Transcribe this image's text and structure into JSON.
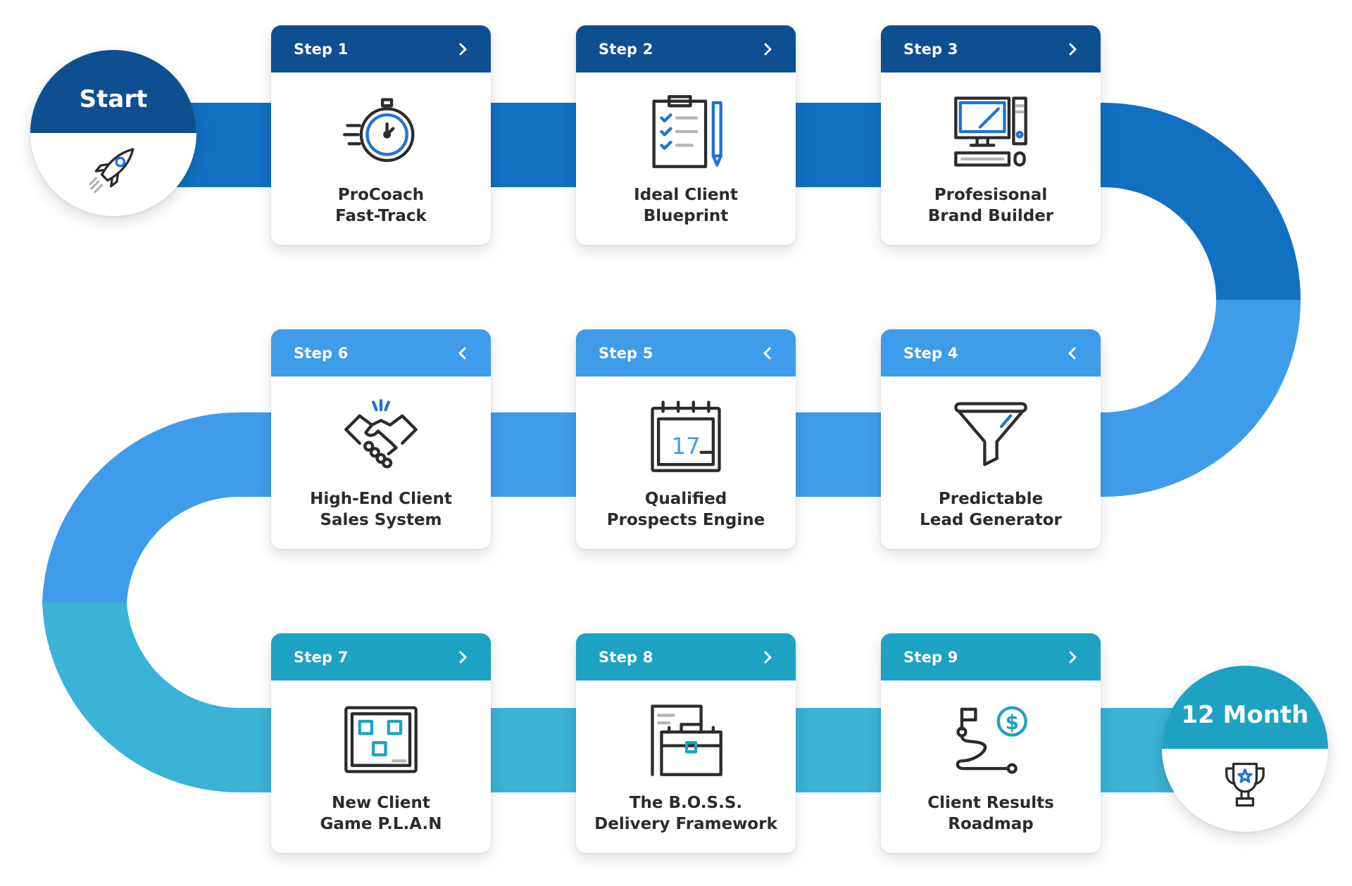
{
  "colors": {
    "row1": "#0E4F92",
    "track1": "#1170C2",
    "row2": "#3F9CEB",
    "track2": "#3F9CEB",
    "row3": "#1DA2C4",
    "track3": "#3AB3D6",
    "ink": "#2B2B2B",
    "accent": "#1E73D2"
  },
  "start": {
    "label": "Start",
    "icon": "rocket-icon"
  },
  "finish": {
    "label": "12 Month",
    "icon": "trophy-icon"
  },
  "steps": [
    {
      "step": "Step 1",
      "title_line1": "ProCoach",
      "title_line2": "Fast-Track",
      "icon": "stopwatch-icon",
      "direction": "right"
    },
    {
      "step": "Step 2",
      "title_line1": "Ideal Client",
      "title_line2": "Blueprint",
      "icon": "clipboard-checklist-icon",
      "direction": "right"
    },
    {
      "step": "Step 3",
      "title_line1": "Profesisonal",
      "title_line2": "Brand Builder",
      "icon": "desktop-computer-icon",
      "direction": "right"
    },
    {
      "step": "Step 4",
      "title_line1": "Predictable",
      "title_line2": "Lead Generator",
      "icon": "funnel-icon",
      "direction": "left"
    },
    {
      "step": "Step 5",
      "title_line1": "Qualified",
      "title_line2": "Prospects Engine",
      "icon": "calendar-icon",
      "direction": "left"
    },
    {
      "step": "Step 6",
      "title_line1": "High-End Client",
      "title_line2": "Sales System",
      "icon": "handshake-icon",
      "direction": "left"
    },
    {
      "step": "Step 7",
      "title_line1": "New Client",
      "title_line2": "Game P.L.A.N",
      "icon": "plan-board-icon",
      "direction": "right"
    },
    {
      "step": "Step 8",
      "title_line1": "The B.O.S.S.",
      "title_line2": "Delivery Framework",
      "icon": "briefcase-icon",
      "direction": "right"
    },
    {
      "step": "Step 9",
      "title_line1": "Client Results",
      "title_line2": "Roadmap",
      "icon": "roadmap-icon",
      "direction": "right"
    }
  ]
}
